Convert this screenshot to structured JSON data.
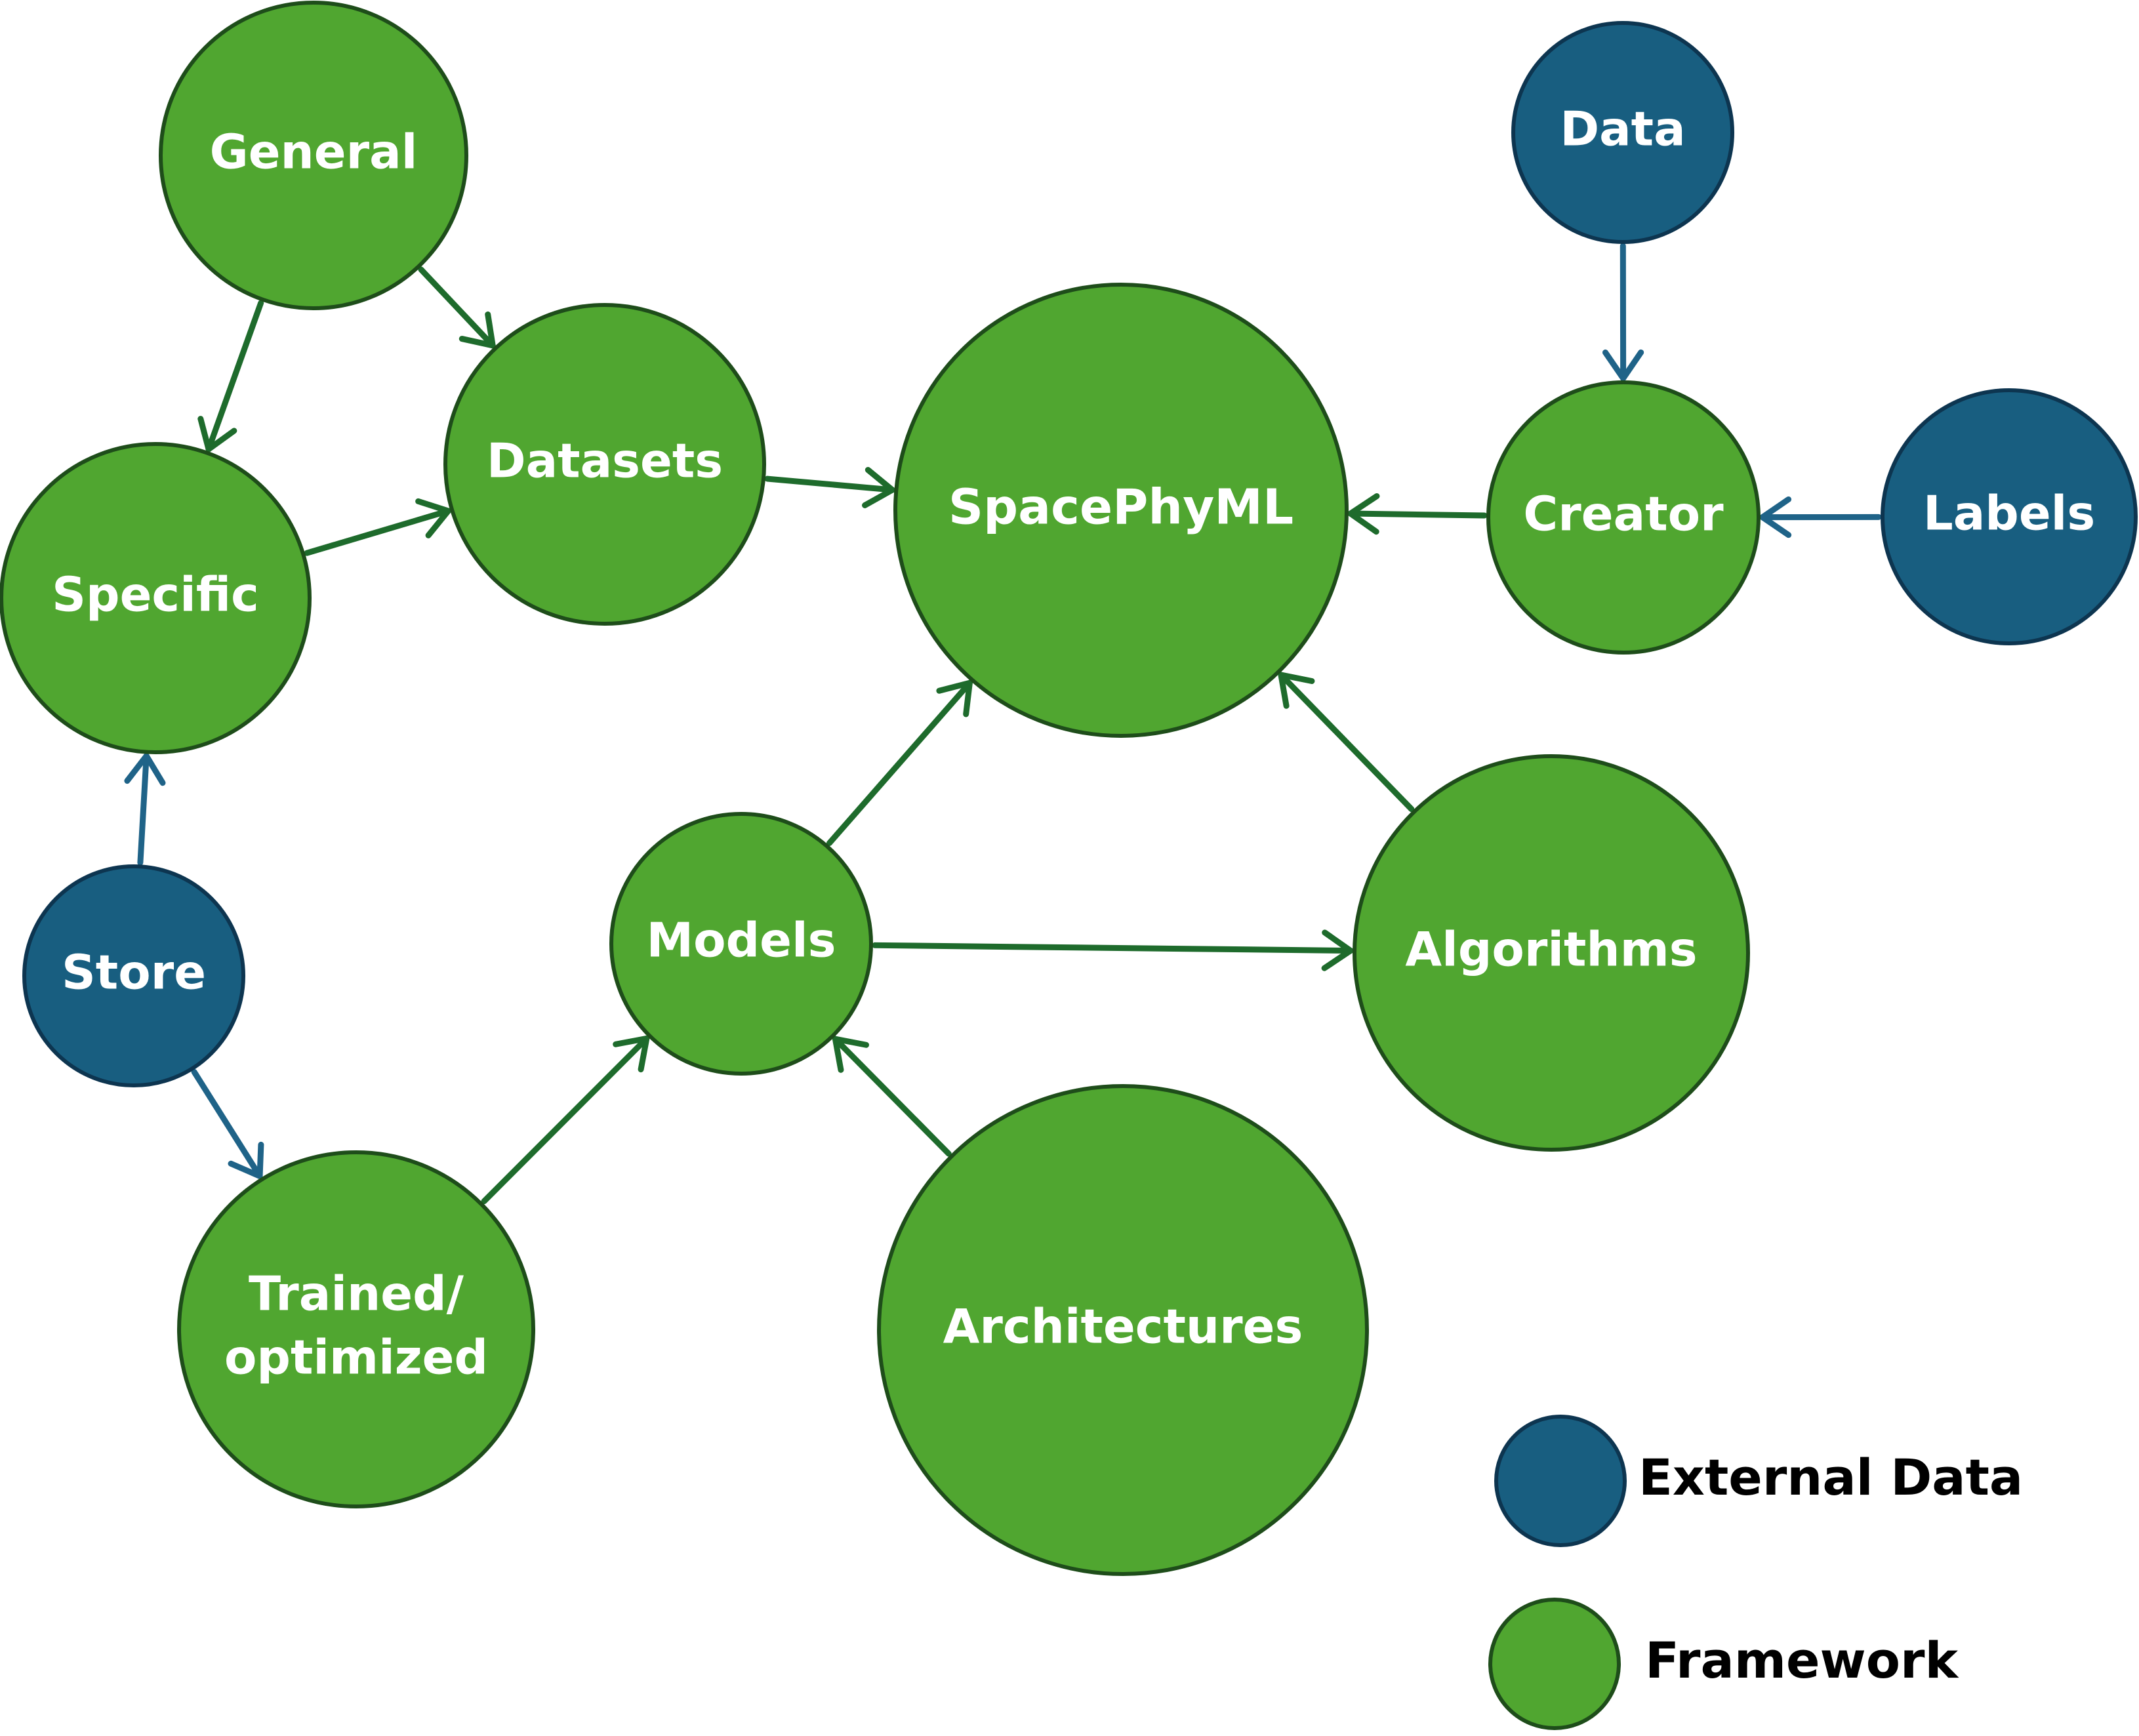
{
  "colors": {
    "external_fill": "#185E80",
    "external_stroke": "#0D3550",
    "external_arrow": "#1F6388",
    "framework_fill": "#50A630",
    "framework_stroke": "#1E4D1A",
    "framework_arrow": "#1E6B2C"
  },
  "nodes": {
    "general": {
      "label": "General",
      "kind": "framework"
    },
    "datasets": {
      "label": "Datasets",
      "kind": "framework"
    },
    "specific": {
      "label": "Specific",
      "kind": "framework"
    },
    "spacephyml": {
      "label": "SpacePhyML",
      "kind": "framework"
    },
    "data": {
      "label": "Data",
      "kind": "external"
    },
    "creator": {
      "label": "Creator",
      "kind": "framework"
    },
    "labels": {
      "label": "Labels",
      "kind": "external"
    },
    "store": {
      "label": "Store",
      "kind": "external"
    },
    "models": {
      "label": "Models",
      "kind": "framework"
    },
    "algorithms": {
      "label": "Algorithms",
      "kind": "framework"
    },
    "trained": {
      "label_line1": "Trained/",
      "label_line2": "optimized",
      "kind": "framework"
    },
    "architectures": {
      "label": "Architectures",
      "kind": "framework"
    }
  },
  "edges": [
    {
      "from": "general",
      "to": "specific",
      "kind": "framework"
    },
    {
      "from": "general",
      "to": "datasets",
      "kind": "framework"
    },
    {
      "from": "specific",
      "to": "datasets",
      "kind": "framework"
    },
    {
      "from": "datasets",
      "to": "spacephyml",
      "kind": "framework"
    },
    {
      "from": "data",
      "to": "creator",
      "kind": "external"
    },
    {
      "from": "creator",
      "to": "spacephyml",
      "kind": "framework"
    },
    {
      "from": "labels",
      "to": "creator",
      "kind": "external"
    },
    {
      "from": "store",
      "to": "specific",
      "kind": "external"
    },
    {
      "from": "store",
      "to": "trained",
      "kind": "external"
    },
    {
      "from": "trained",
      "to": "models",
      "kind": "framework"
    },
    {
      "from": "models",
      "to": "spacephyml",
      "kind": "framework"
    },
    {
      "from": "models",
      "to": "algorithms",
      "kind": "framework"
    },
    {
      "from": "algorithms",
      "to": "spacephyml",
      "kind": "framework"
    },
    {
      "from": "architectures",
      "to": "models",
      "kind": "framework"
    }
  ],
  "legend": {
    "external_label": "External Data",
    "framework_label": "Framework"
  }
}
